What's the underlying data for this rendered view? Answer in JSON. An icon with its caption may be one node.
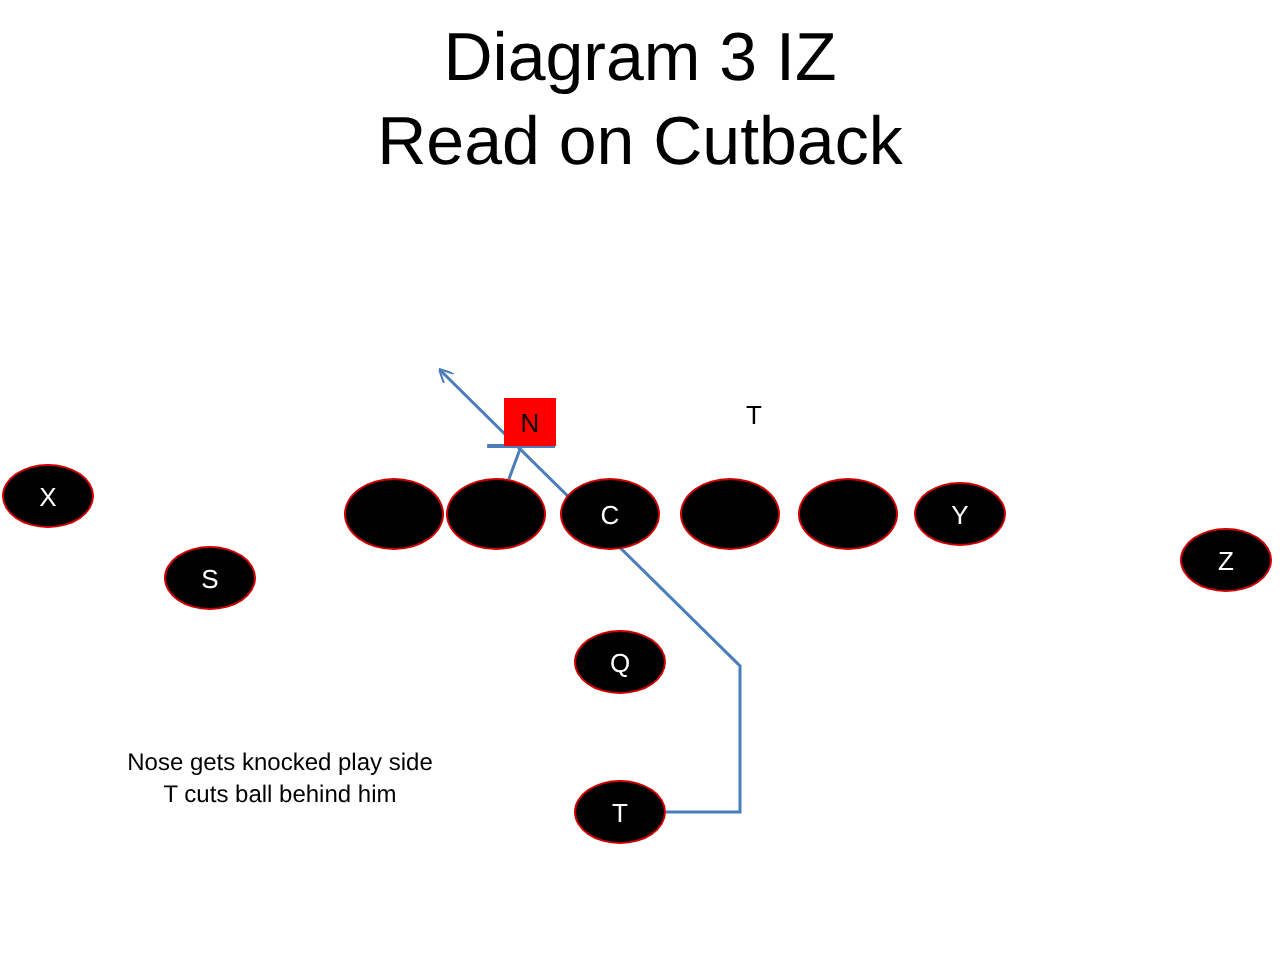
{
  "diagram": {
    "title": "Diagram 3 IZ Read on Cutback",
    "nodes": [
      {
        "text": [
          "N"
        ]
      },
      {
        "text": [
          "X"
        ]
      },
      {
        "text": [],
        "shape": "oval"
      },
      {
        "text": [],
        "shape": "oval"
      },
      {
        "text": [
          "C"
        ]
      },
      {
        "text": [],
        "shape": "oval"
      },
      {
        "text": [],
        "shape": "oval"
      },
      {
        "text": [
          "Y"
        ]
      },
      {
        "text": [
          "Z"
        ]
      },
      {
        "text": [
          "S"
        ]
      },
      {
        "text": [
          "Q"
        ]
      },
      {
        "text": [
          "T"
        ]
      }
    ],
    "edges": [
      {
        "from": 3,
        "to": 0,
        "arrow": "other"
      },
      {
        "from": 11,
        "to": null,
        "arrow": "to"
      }
    ],
    "labels": [
      "T",
      "Nose gets knocked play side T cuts ball behind him"
    ]
  }
}
